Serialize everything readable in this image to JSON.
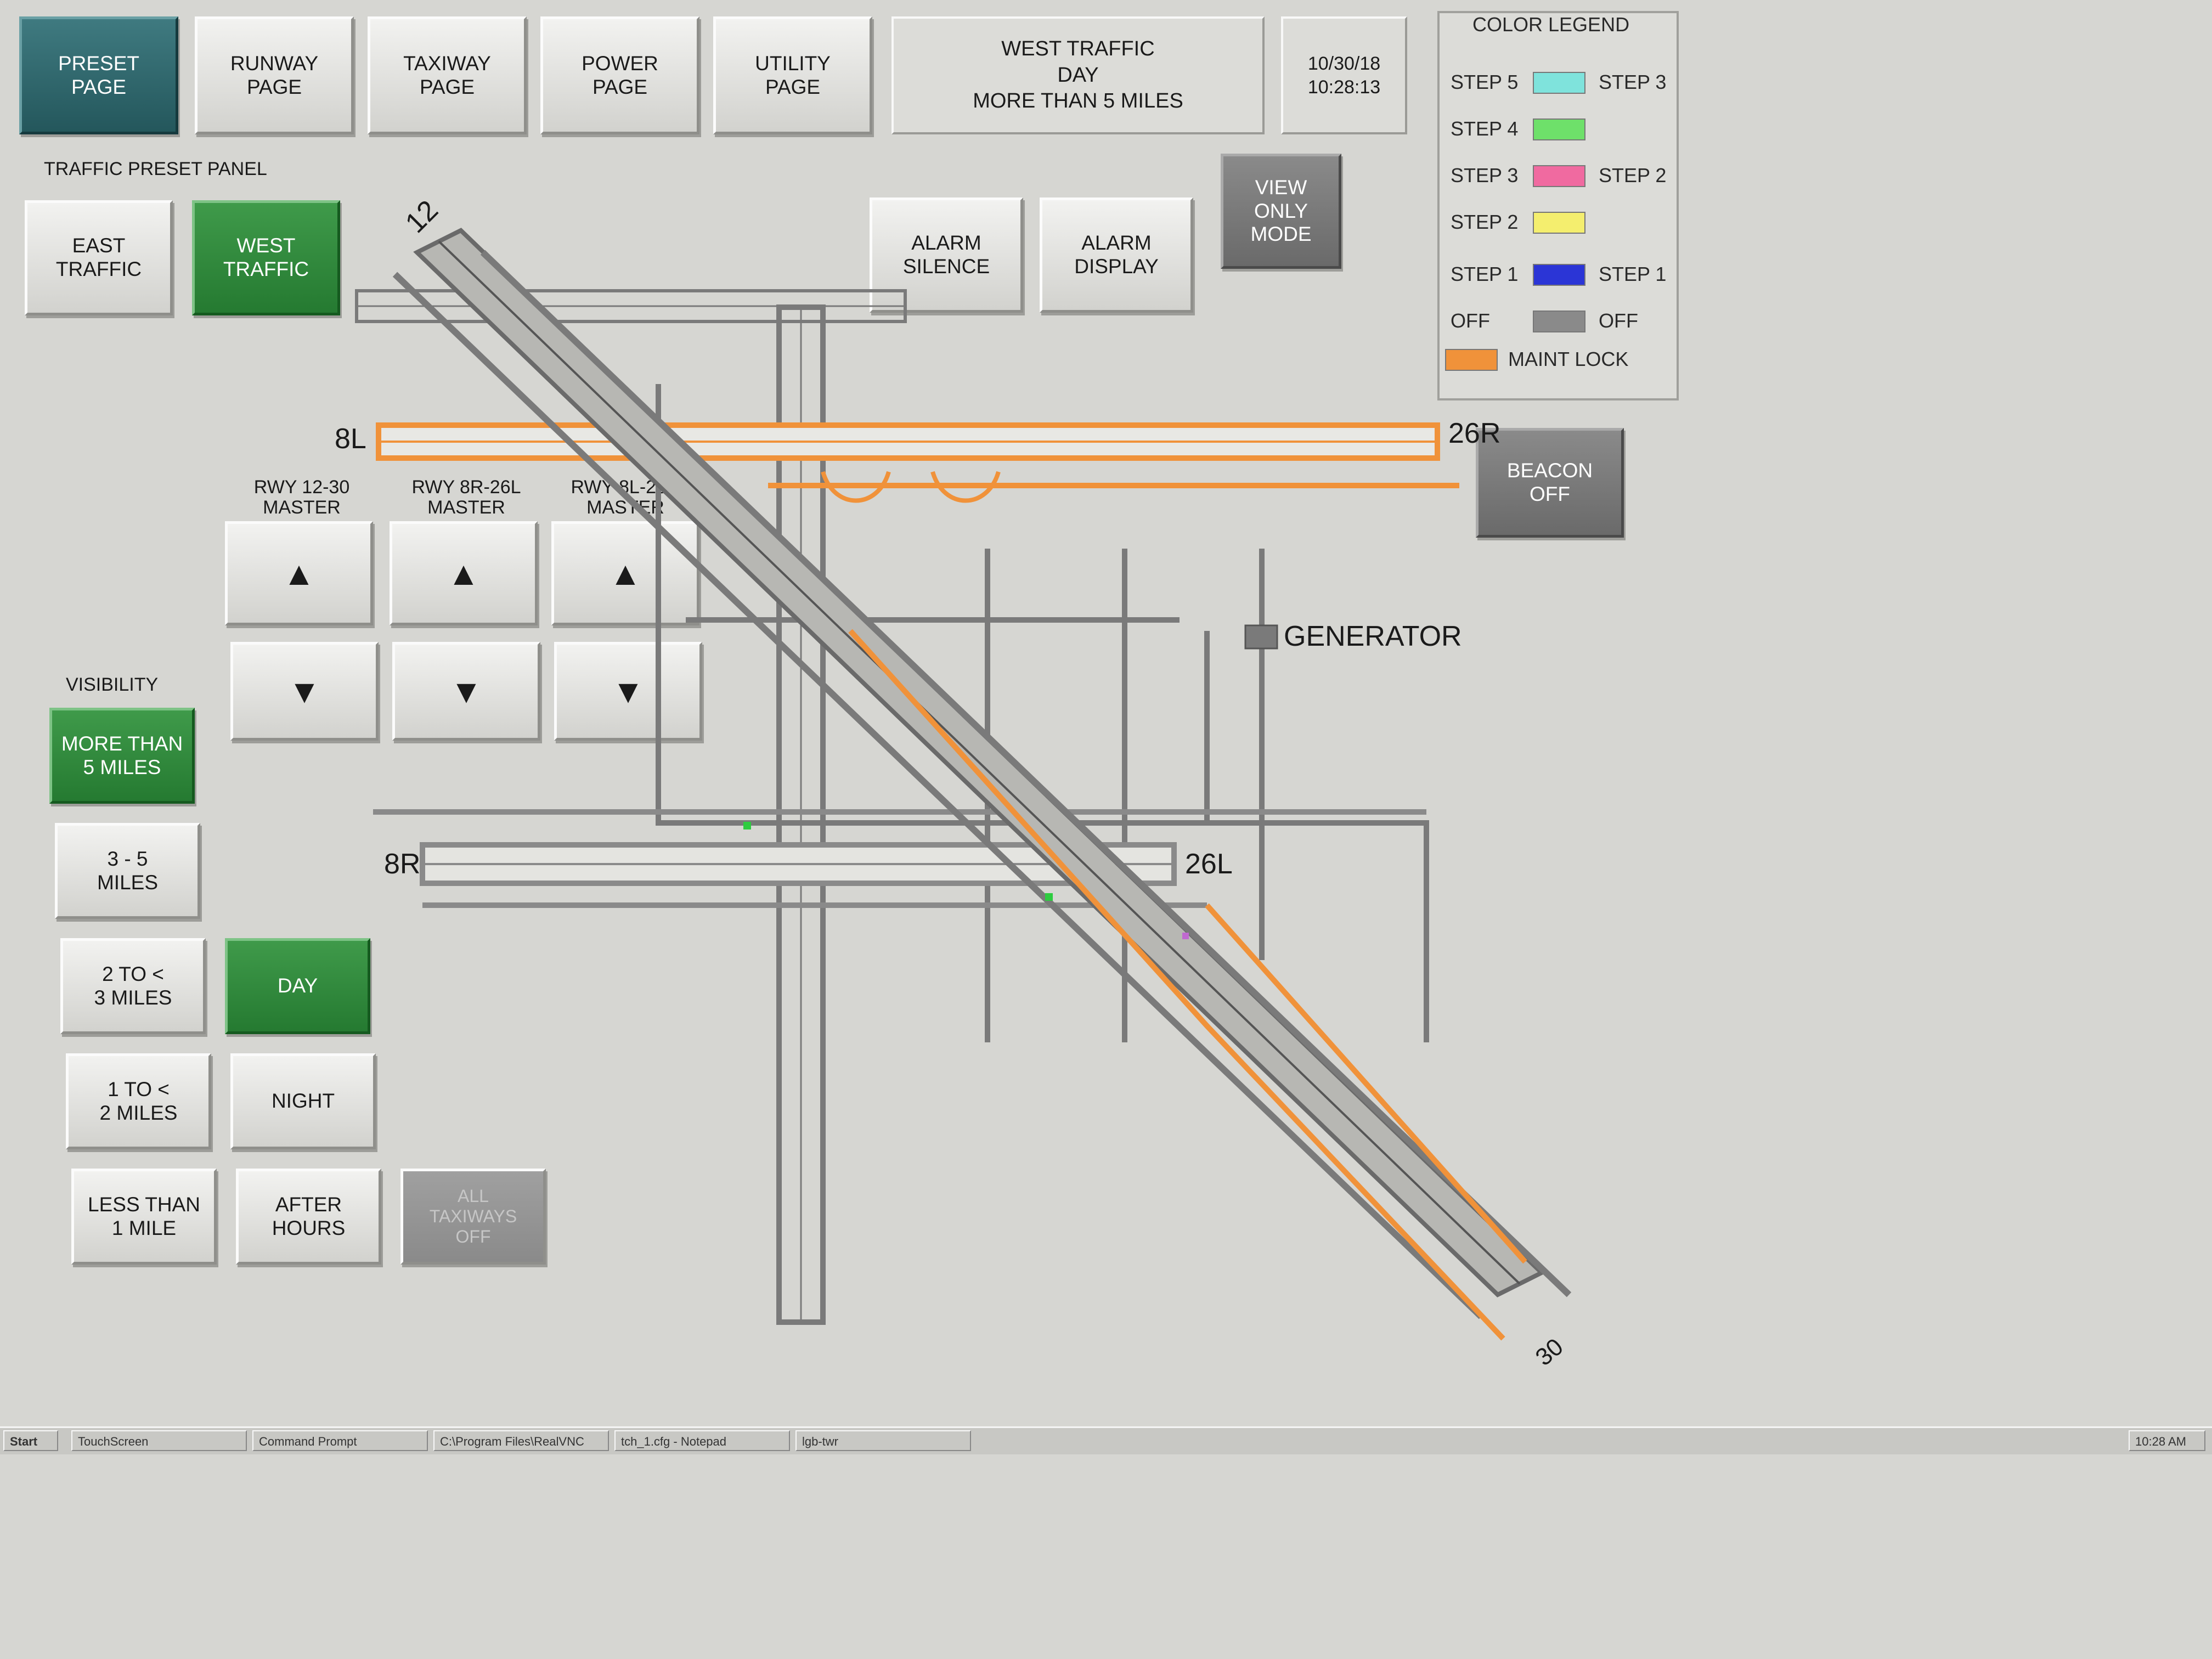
{
  "nav": {
    "preset": "PRESET\nPAGE",
    "runway": "RUNWAY\nPAGE",
    "taxiway": "TAXIWAY\nPAGE",
    "power": "POWER\nPAGE",
    "utility": "UTILITY\nPAGE"
  },
  "status": {
    "mode": "WEST TRAFFIC\nDAY\nMORE THAN 5 MILES",
    "datetime": "10/30/18\n10:28:13"
  },
  "preset_panel": {
    "title": "TRAFFIC PRESET PANEL",
    "east": "EAST\nTRAFFIC",
    "west": "WEST\nTRAFFIC"
  },
  "alarm": {
    "silence": "ALARM\nSILENCE",
    "display": "ALARM\nDISPLAY"
  },
  "view_only": "VIEW ONLY\nMODE",
  "beacon": "BEACON\nOFF",
  "generator": "GENERATOR",
  "masters": [
    {
      "label": "RWY 12-30\nMASTER"
    },
    {
      "label": "RWY 8R-26L\nMASTER"
    },
    {
      "label": "RWY 8L-26R\nMASTER"
    }
  ],
  "up_glyph": "▲",
  "down_glyph": "▼",
  "visibility": {
    "title": "VISIBILITY",
    "more5": "MORE THAN\n5 MILES",
    "three5": "3 - 5\nMILES",
    "two3": "2 TO <\n3 MILES",
    "one2": "1 TO <\n2 MILES",
    "less1": "LESS THAN\n1 MILE"
  },
  "time_of_day": {
    "day": "DAY",
    "night": "NIGHT",
    "after": "AFTER\nHOURS",
    "all_off": "ALL\nTAXIWAYS\nOFF"
  },
  "legend": {
    "title": "COLOR LEGEND",
    "rows": [
      {
        "left": "STEP 5",
        "right": "STEP 3",
        "color": "#7fe3dc"
      },
      {
        "left": "STEP 4",
        "right": "",
        "color": "#6ee06a"
      },
      {
        "left": "STEP 3",
        "right": "STEP 2",
        "color": "#f06aa0"
      },
      {
        "left": "STEP 2",
        "right": "",
        "color": "#f4ee6e"
      },
      {
        "left": "STEP 1",
        "right": "STEP 1",
        "color": "#2b35d6"
      },
      {
        "left": "OFF",
        "right": "OFF",
        "color": "#8a8a8a"
      },
      {
        "left": "MAINT LOCK",
        "right": "",
        "color": "#f0923a"
      }
    ]
  },
  "runways": {
    "r8l": "8L",
    "r26r": "26R",
    "r8r": "8R",
    "r26l": "26L",
    "r12": "12",
    "r30": "30"
  },
  "colors": {
    "panel_bg": "#d6d6d2",
    "active_green": "#2e8a3a",
    "preset_teal": "#2e6a70",
    "maint_orange": "#f0923a",
    "off_gray": "#8a8a8a"
  },
  "taskbar": {
    "start": "Start",
    "items": [
      "TouchScreen",
      "Command Prompt",
      "C:\\Program Files\\RealVNC",
      "tch_1.cfg - Notepad",
      "lgb-twr"
    ],
    "clock": "10:28 AM"
  }
}
